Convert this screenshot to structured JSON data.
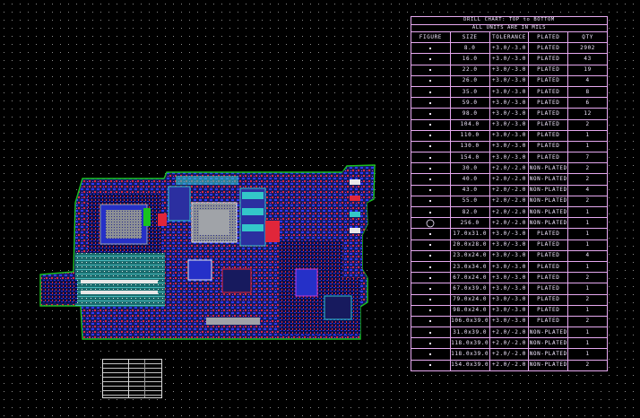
{
  "drill_chart": {
    "title": "DRILL CHART: TOP to BOTTOM",
    "subtitle": "ALL UNITS ARE IN MILS",
    "headers": [
      "FIGURE",
      "SIZE",
      "TOLERANCE",
      "PLATED",
      "QTY"
    ],
    "rows": [
      {
        "size": "8.0",
        "tol": "+3.0/-3.0",
        "plated": "PLATED",
        "qty": "2902"
      },
      {
        "size": "16.0",
        "tol": "+3.0/-3.0",
        "plated": "PLATED",
        "qty": "43"
      },
      {
        "size": "22.0",
        "tol": "+3.0/-3.0",
        "plated": "PLATED",
        "qty": "19"
      },
      {
        "size": "26.0",
        "tol": "+3.0/-3.0",
        "plated": "PLATED",
        "qty": "4"
      },
      {
        "size": "35.0",
        "tol": "+3.0/-3.0",
        "plated": "PLATED",
        "qty": "8"
      },
      {
        "size": "59.0",
        "tol": "+3.0/-3.0",
        "plated": "PLATED",
        "qty": "6"
      },
      {
        "size": "98.0",
        "tol": "+3.0/-3.0",
        "plated": "PLATED",
        "qty": "12"
      },
      {
        "size": "104.0",
        "tol": "+3.0/-3.0",
        "plated": "PLATED",
        "qty": "2"
      },
      {
        "size": "110.0",
        "tol": "+3.0/-3.0",
        "plated": "PLATED",
        "qty": "1"
      },
      {
        "size": "130.0",
        "tol": "+3.0/-3.0",
        "plated": "PLATED",
        "qty": "1"
      },
      {
        "size": "154.0",
        "tol": "+3.0/-3.0",
        "plated": "PLATED",
        "qty": "7"
      },
      {
        "size": "30.0",
        "tol": "+2.0/-2.0",
        "plated": "NON-PLATED",
        "qty": "2"
      },
      {
        "size": "40.0",
        "tol": "+2.0/-2.0",
        "plated": "NON-PLATED",
        "qty": "2"
      },
      {
        "size": "43.0",
        "tol": "+2.0/-2.0",
        "plated": "NON-PLATED",
        "qty": "4"
      },
      {
        "size": "55.0",
        "tol": "+2.0/-2.0",
        "plated": "NON-PLATED",
        "qty": "2"
      },
      {
        "size": "82.0",
        "tol": "+2.0/-2.0",
        "plated": "NON-PLATED",
        "qty": "1"
      },
      {
        "size": "256.0",
        "tol": "+2.0/-2.0",
        "plated": "NON-PLATED",
        "qty": "1"
      },
      {
        "size": "17.0x31.0",
        "tol": "+3.0/-3.0",
        "plated": "PLATED",
        "qty": "1"
      },
      {
        "size": "20.0x28.0",
        "tol": "+3.0/-3.0",
        "plated": "PLATED",
        "qty": "1"
      },
      {
        "size": "23.0x24.0",
        "tol": "+3.0/-3.0",
        "plated": "PLATED",
        "qty": "4"
      },
      {
        "size": "23.0x34.0",
        "tol": "+3.0/-3.0",
        "plated": "PLATED",
        "qty": "1"
      },
      {
        "size": "67.0x24.0",
        "tol": "+3.0/-3.0",
        "plated": "PLATED",
        "qty": "2"
      },
      {
        "size": "67.0x39.0",
        "tol": "+3.0/-3.0",
        "plated": "PLATED",
        "qty": "1"
      },
      {
        "size": "79.0x24.0",
        "tol": "+3.0/-3.0",
        "plated": "PLATED",
        "qty": "2"
      },
      {
        "size": "98.0x24.0",
        "tol": "+3.0/-3.0",
        "plated": "PLATED",
        "qty": "1"
      },
      {
        "size": "106.0x39.0",
        "tol": "+3.0/-3.0",
        "plated": "PLATED",
        "qty": "2"
      },
      {
        "size": "31.0x39.0",
        "tol": "+2.0/-2.0",
        "plated": "NON-PLATED",
        "qty": "1"
      },
      {
        "size": "118.0x39.0",
        "tol": "+2.0/-2.0",
        "plated": "NON-PLATED",
        "qty": "1"
      },
      {
        "size": "118.0x39.0",
        "tol": "+2.0/-2.0",
        "plated": "NON-PLATED",
        "qty": "1"
      },
      {
        "size": "154.0x39.0",
        "tol": "+2.0/-2.0",
        "plated": "NON-PLATED",
        "qty": "2"
      }
    ]
  },
  "colors": {
    "background": "#000000",
    "grid_dot": "#8a8a8a",
    "board_outline": "#19c21e",
    "table_border": "#e6a8f0",
    "table_text": "#f2e6ff",
    "trace_blue": "#1f2ff0",
    "trace_red": "#e0263a",
    "trace_cyan": "#33c7c9",
    "trace_magenta": "#c83cd6",
    "silk_white": "#e8e8e8",
    "pad_gray": "#9fa3a8"
  }
}
